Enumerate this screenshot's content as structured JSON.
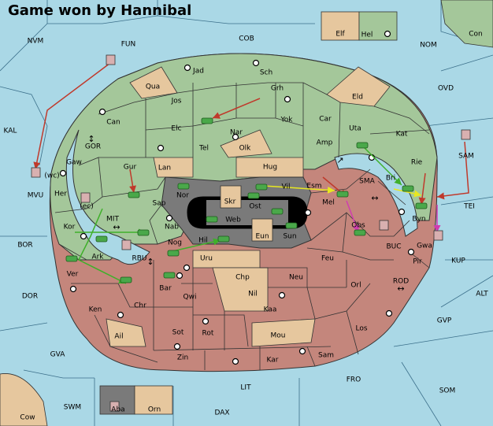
{
  "title": "Game won by Hannibal",
  "colors": {
    "sea": "#aad8e6",
    "player_green": "#a4c79a",
    "player_red": "#c4867c",
    "neutral": "#e6c79e",
    "center": "#7a7a7a",
    "center_dark": "#000000"
  },
  "labels": {
    "sea": [
      "NVM",
      "FUN",
      "COB",
      "NOM",
      "Con",
      "KAL",
      "OVD",
      "GOR",
      "SMA",
      "MVU",
      "MIT",
      "BOR",
      "BUC",
      "KUP",
      "RBU",
      "DOR",
      "ROD",
      "ALT",
      "GVP",
      "GVA",
      "FRO",
      "LIT",
      "SOM",
      "SWM",
      "DAX",
      "Cow",
      "TEI",
      "SAM"
    ],
    "green": [
      "Jad",
      "Sch",
      "Qua",
      "Grh",
      "Jos",
      "Eld",
      "Can",
      "Yok",
      "Car",
      "Elc",
      "Nar",
      "Uta",
      "Kat",
      "Tel",
      "Amp",
      "Olk",
      "Gur",
      "Gaw",
      "Lan",
      "Hug",
      "Rie",
      "Bri",
      "Her",
      "Kor",
      "Sap",
      "Nor",
      "Vil",
      "Esm",
      "Byn",
      "Nab",
      "Hel"
    ],
    "red": [
      "Mel",
      "Obs",
      "Gwa",
      "Pir",
      "Ark",
      "Nog",
      "Hil",
      "Feu",
      "Uru",
      "Neu",
      "Ver",
      "Bar",
      "Qwi",
      "Orl",
      "Ken",
      "Chr",
      "Kaa",
      "Ail",
      "Rot",
      "Los",
      "Sot",
      "Sam",
      "Zin",
      "Kar",
      "Chp",
      "Nil",
      "Mou"
    ],
    "center": [
      "Skr",
      "Ost",
      "Web",
      "Eun",
      "Sun",
      "Aba"
    ],
    "neutral": [
      "Elf",
      "Orn"
    ],
    "coastal": [
      "(wc)",
      "(ec)"
    ]
  }
}
